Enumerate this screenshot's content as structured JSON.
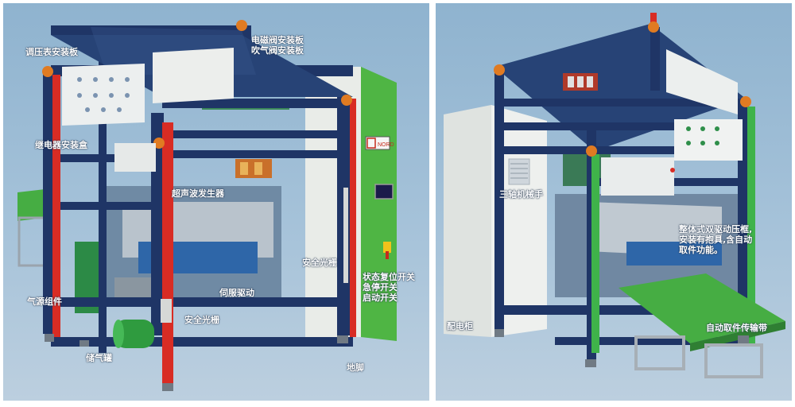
{
  "left_view": {
    "labels": {
      "pressure_gauge_plate": "调压表安装板",
      "valve_plates": "电磁阀安装板\n吹气阀安装板",
      "relay_box": "继电器安装盒",
      "ultrasonic_generator": "超声波发生器",
      "air_source": "气源组件",
      "servo_drive": "伺服驱动",
      "safety_grating_right": "安全光栅",
      "safety_grating_bottom": "安全光栅",
      "switches": "状态复位开关\n急停开关\n启动开关",
      "air_tank": "储气罐",
      "foot": "地脚",
      "brand_mark": "NORD"
    }
  },
  "right_view": {
    "labels": {
      "cabinet": "配电柜",
      "three_axis_robot": "三轴机械手",
      "press_frame": "整体式双驱动压框,\n安装有抱具,含自动\n取件功能。",
      "conveyor": "自动取件传输带"
    }
  },
  "colors": {
    "frame_navy": "#1f3566",
    "frame_red": "#d82c24",
    "frame_green": "#3fb34a",
    "corner_orange": "#e07b22",
    "cabinet_green": "#4caf3e",
    "cabinet_white": "#eef0ee"
  }
}
